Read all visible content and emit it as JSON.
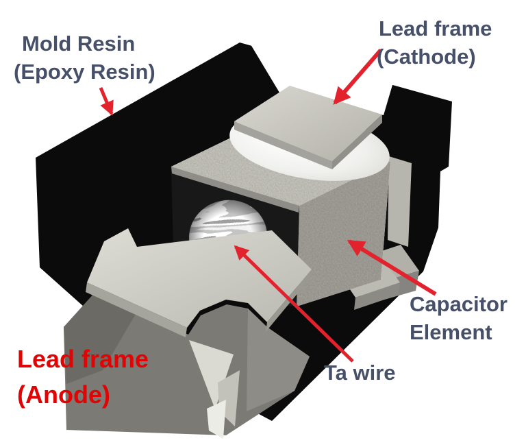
{
  "diagram": {
    "subject": "tantalum-chip-capacitor-cutaway",
    "labels": {
      "mold_resin": {
        "line1": "Mold Resin",
        "line2": "(Epoxy Resin)"
      },
      "lead_frame_cathode": {
        "line1": "Lead frame",
        "line2": "(Cathode)"
      },
      "capacitor_element": {
        "line1": "Capacitor",
        "line2": "Element"
      },
      "ta_wire": {
        "text": "Ta wire"
      },
      "lead_frame_anode": {
        "line1": "Lead frame",
        "line2": "(Anode)"
      }
    },
    "colors": {
      "background": "#ffffff",
      "label_text": "#475069",
      "anode_label_text": "#e00404",
      "arrow_red": "#e2232e",
      "mold_resin_black": "#0b0b0b",
      "lead_frame_gray": "#c9c8c0",
      "capacitor_body_gray": "#aeada7",
      "ta_wire_yellow": "#b5a02c"
    }
  }
}
